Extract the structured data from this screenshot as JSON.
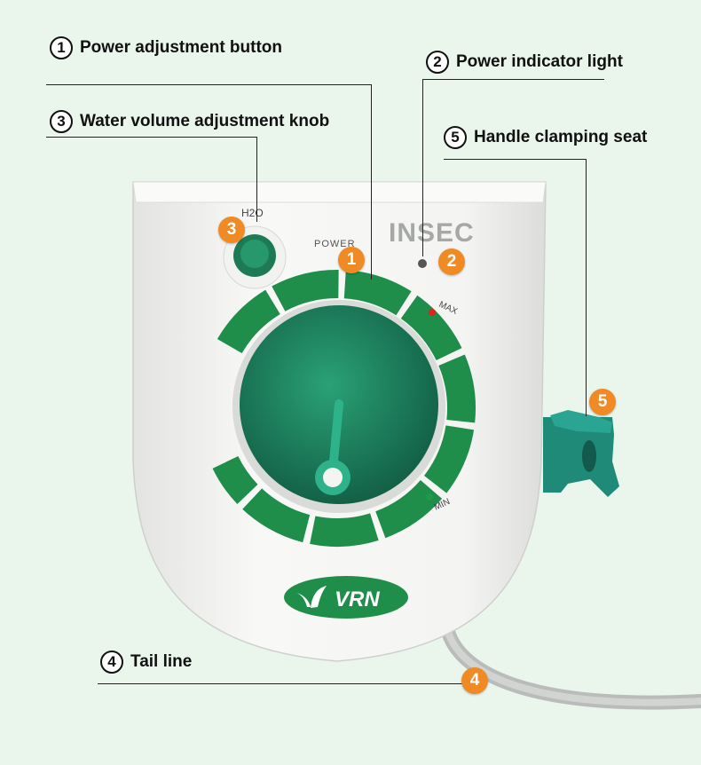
{
  "callouts": [
    {
      "num": "1",
      "label": "Power adjustment button"
    },
    {
      "num": "2",
      "label": "Power indicator light"
    },
    {
      "num": "3",
      "label": "Water volume adjustment knob"
    },
    {
      "num": "4",
      "label": "Tail line"
    },
    {
      "num": "5",
      "label": "Handle clamping seat"
    }
  ],
  "markers": [
    "1",
    "2",
    "3",
    "4",
    "5"
  ],
  "device": {
    "brand": "INSEC",
    "logo_text": "VRN",
    "power_label": "POWER",
    "h2o_label": "H2O",
    "max_label": "MAX",
    "min_label": "MIN"
  },
  "colors": {
    "background": "#eaf5ec",
    "device_body": "#f4f4f2",
    "accent_green": "#1f8e4a",
    "dial_green": "#1d7a55",
    "marker_orange": "#f08a24",
    "max_led": "#e02222",
    "min_led": "#1f9a4a"
  },
  "icons": [
    "leaf-logo-icon",
    "drop-icon"
  ]
}
